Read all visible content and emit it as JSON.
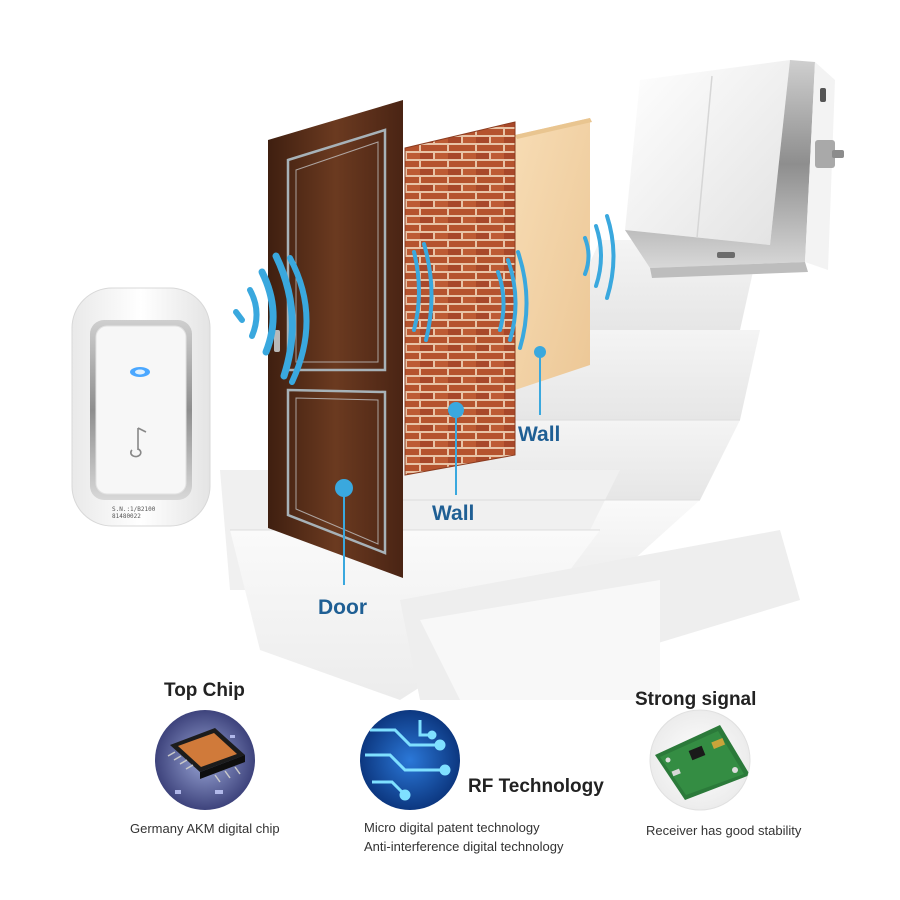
{
  "labels": {
    "door": "Door",
    "wall_front": "Wall",
    "wall_back": "Wall"
  },
  "transmitter": {
    "serial": "S.N.:1/B2100",
    "code": "81480022"
  },
  "features": [
    {
      "title": "Top Chip",
      "desc": [
        "Germany AKM digital chip"
      ]
    },
    {
      "title": "RF Technology",
      "desc": [
        "Micro digital patent technology",
        "Anti-interference digital technology"
      ]
    },
    {
      "title": "Strong signal",
      "desc": [
        "Receiver has good stability"
      ]
    }
  ],
  "colors": {
    "accent": "#3aa8de",
    "label": "#1f5f94",
    "door": "#5a2e1a",
    "brick": "#b5532e",
    "plaster": "#f2d3a6"
  }
}
